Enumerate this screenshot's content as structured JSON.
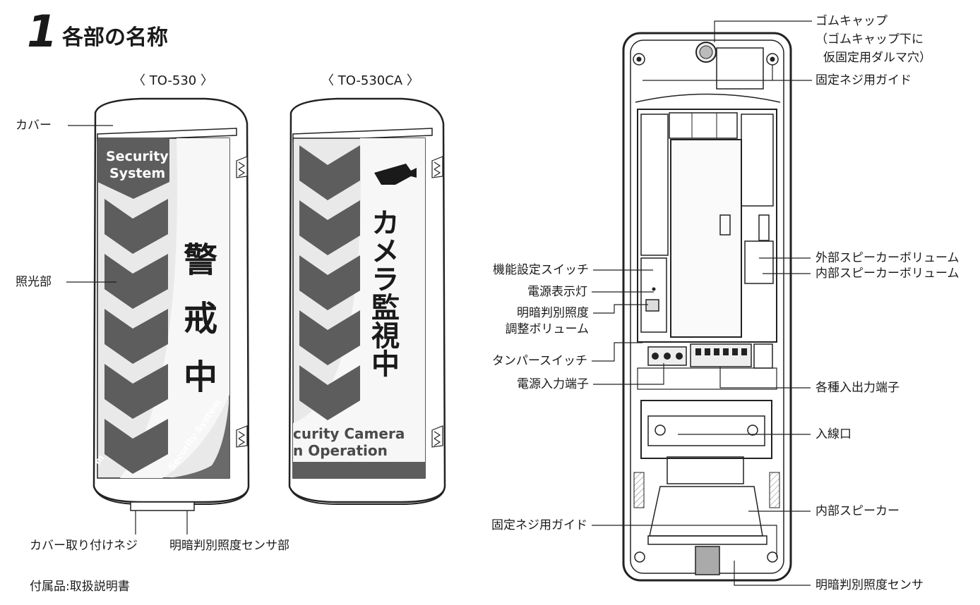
{
  "section": {
    "number": "1",
    "title": "各部の名称"
  },
  "models": {
    "left": "〈 TO-530 〉",
    "right": "〈 TO-530CA 〉"
  },
  "unit_left": {
    "brand_line1": "Security",
    "brand_line2": "System",
    "main_text": [
      "警",
      "戒",
      "中"
    ],
    "side_text": "Security System",
    "corner_text": "m"
  },
  "unit_right": {
    "main_text": "カメラ監視中",
    "bottom_line1": "curity Camera",
    "bottom_line2": "n Operation"
  },
  "labels_left": {
    "cover": "カバー",
    "light": "照光部",
    "cover_screw": "カバー取り付けネジ",
    "sensor_part": "明暗判別照度センサ部"
  },
  "accessory": "付属品:取扱説明書",
  "labels_interior": {
    "rubber_cap": "ゴムキャップ",
    "rubber_cap_note1": "（ゴムキャップ下に",
    "rubber_cap_note2": "仮固定用ダルマ穴）",
    "screw_guide_top": "固定ネジ用ガイド",
    "function_switch": "機能設定スイッチ",
    "power_lamp": "電源表示灯",
    "light_adjust1": "明暗判別照度",
    "light_adjust2": "調整ボリューム",
    "tamper_switch": "タンパースイッチ",
    "power_terminal": "電源入力端子",
    "ext_speaker_vol": "外部スピーカーボリューム",
    "int_speaker_vol": "内部スピーカーボリューム",
    "io_terminals": "各種入出力端子",
    "cable_entry": "入線口",
    "int_speaker": "内部スピーカー",
    "screw_guide_bottom": "固定ネジ用ガイド",
    "light_sensor": "明暗判別照度センサ"
  }
}
